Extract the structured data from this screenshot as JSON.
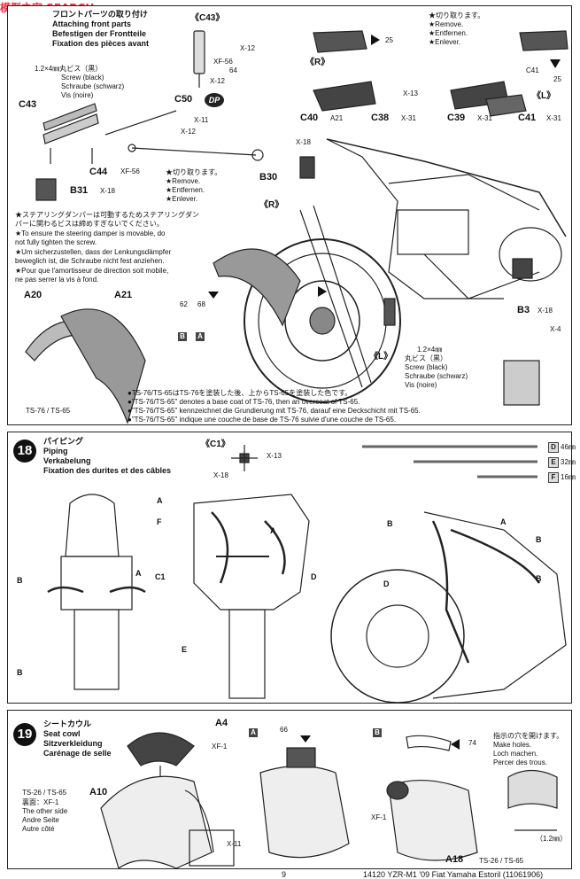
{
  "watermark": "模型之家 SEARCH",
  "step17": {
    "title_jp": "フロントパーツの取り付け",
    "title_en": "Attaching front parts",
    "title_de": "Befestigen der Frontteile",
    "title_fr": "Fixation des pièces avant",
    "c43_top": "《C43》",
    "parts": [
      "X-12",
      "XF-56",
      "X-12",
      "X-11",
      "X-12",
      "C50",
      "X-18",
      "B30",
      "C44",
      "XF-56",
      "B31",
      "X-18",
      "C43",
      "A20",
      "A21",
      "X-31",
      "X-31",
      "X-31",
      "X-31",
      "C40",
      "C38",
      "C39",
      "C41",
      "X-13",
      "X-13",
      "B3",
      "X-18",
      "X-4"
    ],
    "dp": "DP",
    "screw_jp": "1.2×4㎜丸ビス（黒）",
    "screw_en": "Screw (black)",
    "screw_de": "Schraube (schwarz)",
    "screw_fr": "Vis (noire)",
    "screw2_jp": "1.2×4㎜",
    "screw2_jp2": "丸ビス（黒）",
    "remove_jp": "★切り取ります。",
    "remove_en": "★Remove.",
    "remove_de": "★Entfernen.",
    "remove_fr": "★Enlever.",
    "brake_labels": {
      "right": "《R》",
      "left": "《L》"
    },
    "fender_labels": {
      "right": "《R》",
      "left": "《L》"
    },
    "marker_25a": "25",
    "marker_25b": "25",
    "marker_64": "64",
    "marker_62": "62",
    "marker_68": "68",
    "box_b": "B",
    "box_a": "A",
    "damper_jp1": "★ステアリングダンパーは可動するためステアリングダン",
    "damper_jp2": "パーに関わるビスは締めすぎないでください。",
    "damper_en1": "★To ensure the steering damper is movable, do",
    "damper_en2": "not fully tighten the screw.",
    "damper_de1": "★Um sicherzustellen, dass der Lenkungsdämpfer",
    "damper_de2": "beweglich ist, die Schraube nicht fest anziehen.",
    "damper_fr1": "★Pour que l'amortisseur de direction soit mobile,",
    "damper_fr2": "ne pas serrer la vis à fond.",
    "paint_jp": "●TS-76/TS-65はTS-76を塗装した後、上からTS-65を塗装した色です。",
    "paint_en": "●\"TS-76/TS-65\" denotes a base coat of TS-76, then an overcoat of TS-65.",
    "paint_de": "●\"TS-76/TS-65\" kennzeichnet die Grundierung mit TS-76, darauf eine Deckschicht mit TS-65.",
    "paint_fr": "●\"TS-76/TS-65\" indique une couche de base de TS-76 suivie d'une couche de TS-65.",
    "fender_paint": "TS-76 / TS-65"
  },
  "step18": {
    "num": "18",
    "title_jp": "パイピング",
    "title_en": "Piping",
    "title_de": "Verkabelung",
    "title_fr": "Fixation des durites et des câbles",
    "c1_label": "《C1》",
    "x13": "X-13",
    "x18": "X-18",
    "tubes": [
      {
        "letter": "D",
        "length": "46㎜"
      },
      {
        "letter": "E",
        "length": "32㎜"
      },
      {
        "letter": "F",
        "length": "16㎜"
      }
    ],
    "callouts": [
      "A",
      "F",
      "C1",
      "B",
      "B",
      "E",
      "A",
      "D",
      "A",
      "B",
      "B",
      "D",
      "A",
      "B"
    ]
  },
  "step19": {
    "num": "19",
    "title_jp": "シートカウル",
    "title_en": "Seat cowl",
    "title_de": "Sitzverkleidung",
    "title_fr": "Carénage de selle",
    "a4": "A4",
    "xf1": "XF-1",
    "a10_paint": "TS-26 / TS-65",
    "a10": "A10",
    "other_jp": "裏面：XF-1",
    "other_en": "The other side",
    "other_de": "Andre Seite",
    "other_fr": "Autre côté",
    "x11": "X-11",
    "box_a": "A",
    "box_b": "B",
    "marker_66": "66",
    "marker_74": "74",
    "xf1_b": "XF-1",
    "a18": "A18",
    "a18_paint": "TS-26 / TS-65",
    "holes_jp": "指示の穴を開けます。",
    "holes_en": "Make holes.",
    "holes_de": "Loch machen.",
    "holes_fr": "Percer des trous.",
    "hole_size": "（1.2㎜）"
  },
  "footer": {
    "page": "9",
    "model": "14120 YZR-M1 '09 Fiat Yamaha Estoril (11061906)"
  }
}
